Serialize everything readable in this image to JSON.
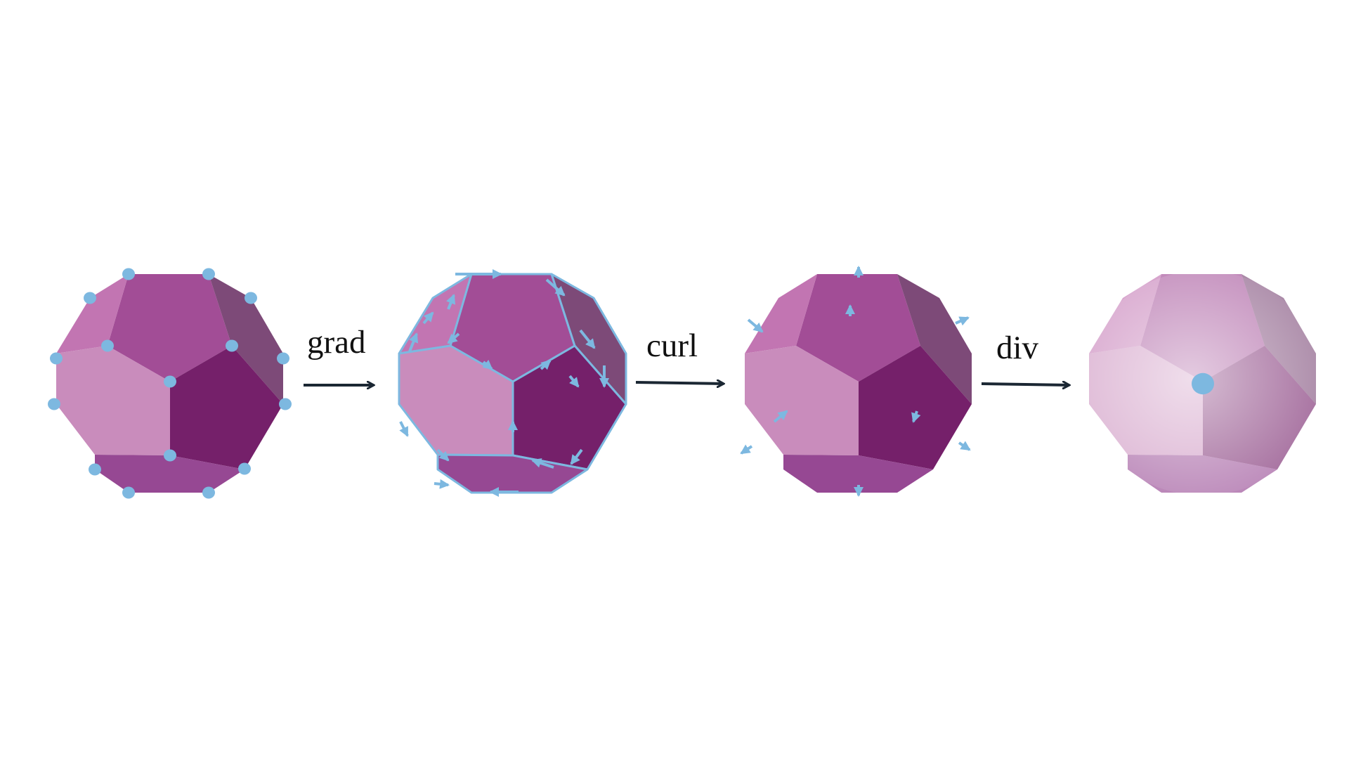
{
  "operators": [
    "grad",
    "curl",
    "div"
  ],
  "panels": [
    {
      "name": "dodecahedron-vertices",
      "description_key": "vertex-dofs"
    },
    {
      "name": "dodecahedron-edges",
      "description_key": "edge-dofs"
    },
    {
      "name": "dodecahedron-faces",
      "description_key": "face-dofs"
    },
    {
      "name": "dodecahedron-volume",
      "description_key": "cell-dof"
    }
  ],
  "colors": {
    "marker": "#7db8e0",
    "face_top": "#a24d96",
    "face_upper_left": "#c275b2",
    "face_upper_right_dark": "#7d4a78",
    "face_front_left": "#c98cbc",
    "face_front_right": "#75206a",
    "face_bottom": "#964893",
    "arrow": "#1b2733"
  }
}
